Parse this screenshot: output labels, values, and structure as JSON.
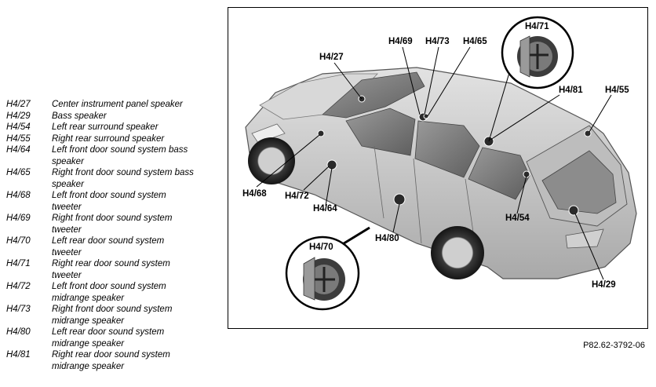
{
  "legend": [
    {
      "code": "H4/27",
      "desc": [
        "Center instrument panel speaker"
      ]
    },
    {
      "code": "H4/29",
      "desc": [
        "Bass speaker"
      ]
    },
    {
      "code": "H4/54",
      "desc": [
        "Left rear surround speaker"
      ]
    },
    {
      "code": "H4/55",
      "desc": [
        "Right rear surround speaker"
      ]
    },
    {
      "code": "H4/64",
      "desc": [
        "Left front door sound system bass",
        "speaker"
      ]
    },
    {
      "code": "H4/65",
      "desc": [
        "Right front door sound system bass",
        "speaker"
      ]
    },
    {
      "code": "H4/68",
      "desc": [
        "Left front door sound system",
        "tweeter"
      ]
    },
    {
      "code": "H4/69",
      "desc": [
        "Right front door sound system",
        "tweeter"
      ]
    },
    {
      "code": "H4/70",
      "desc": [
        "Left rear door sound system",
        "tweeter"
      ]
    },
    {
      "code": "H4/71",
      "desc": [
        "Right rear door sound system",
        "tweeter"
      ]
    },
    {
      "code": "H4/72",
      "desc": [
        "Left front door sound system",
        "midrange speaker"
      ]
    },
    {
      "code": "H4/73",
      "desc": [
        "Right front door sound system",
        "midrange speaker"
      ]
    },
    {
      "code": "H4/80",
      "desc": [
        "Left rear door sound system",
        "midrange speaker"
      ]
    },
    {
      "code": "H4/81",
      "desc": [
        "Right rear door sound system",
        "midrange speaker"
      ]
    }
  ],
  "callouts": {
    "h4_27": "H4/27",
    "h4_69": "H4/69",
    "h4_73": "H4/73",
    "h4_65": "H4/65",
    "h4_71": "H4/71",
    "h4_81": "H4/81",
    "h4_55": "H4/55",
    "h4_68": "H4/68",
    "h4_72": "H4/72",
    "h4_64": "H4/64",
    "h4_54": "H4/54",
    "h4_80": "H4/80",
    "h4_70": "H4/70",
    "h4_29": "H4/29"
  },
  "reference": "P82.62-3792-06"
}
